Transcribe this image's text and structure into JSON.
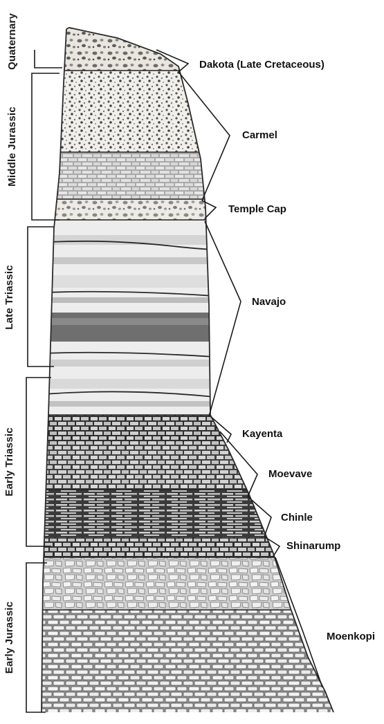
{
  "column": {
    "background": "#ffffff",
    "ink": "#1a1a1a"
  },
  "eras": [
    {
      "label": "Quaternary"
    },
    {
      "label": "Middle Jurassic"
    },
    {
      "label": "Late Triassic"
    },
    {
      "label": "Early Triassic"
    },
    {
      "label": "Early Jurassic"
    }
  ],
  "formations": [
    {
      "label": "Dakota (Late Cretaceous)"
    },
    {
      "label": "Carmel"
    },
    {
      "label": "Temple Cap"
    },
    {
      "label": "Navajo"
    },
    {
      "label": "Kayenta"
    },
    {
      "label": "Moevave"
    },
    {
      "label": "Chinle"
    },
    {
      "label": "Shinarump"
    },
    {
      "label": "Moenkopi"
    }
  ]
}
